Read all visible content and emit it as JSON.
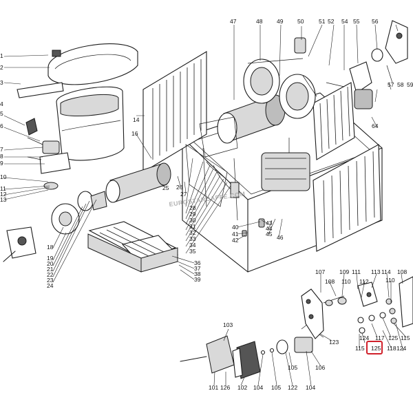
{
  "watermark": "EUROSTARCAFFE.COM",
  "highlight_color": "#d0202a",
  "highlighted_label": "125",
  "labels": {
    "p1": "1",
    "p2": "2",
    "p3": "3",
    "p4": "4",
    "p5": "5",
    "p6": "6",
    "p7": "7",
    "p8": "8",
    "p9": "9",
    "p10": "10",
    "p11": "11",
    "p12": "12",
    "p13": "13",
    "p14": "14",
    "p16": "16",
    "p18": "18",
    "p19": "19",
    "p20": "20",
    "p21": "21",
    "p22": "22",
    "p23": "23",
    "p24": "24",
    "p25": "25",
    "p26": "26",
    "p27": "27",
    "p28": "28",
    "p29": "29",
    "p30": "30",
    "p31": "31",
    "p32": "32",
    "p33": "33",
    "p34": "34",
    "p35": "35",
    "p36": "36",
    "p37": "37",
    "p38": "38",
    "p39": "39",
    "p40": "40",
    "p41": "41",
    "p42": "42",
    "p43": "43",
    "p44": "44",
    "p45": "45",
    "p46": "46",
    "p47": "47",
    "p48": "48",
    "p49": "49",
    "p50": "50",
    "p51": "51",
    "p52": "52",
    "p54": "54",
    "p55": "55",
    "p56": "56",
    "p57": "57",
    "p58": "58",
    "p59": "59",
    "p64": "64",
    "p101": "101",
    "p102": "102",
    "p103": "103",
    "p104a": "104",
    "p104b": "104",
    "p105a": "105",
    "p105b": "105",
    "p106": "106",
    "p107": "107",
    "p108a": "108",
    "p108b": "108",
    "p109": "109",
    "p110a": "110",
    "p110b": "110",
    "p111": "111",
    "p112": "112",
    "p113": "113",
    "p114": "114",
    "p115a": "115",
    "p115b": "115",
    "p117": "117",
    "p118": "118",
    "p122": "122",
    "p124a": "124",
    "p124b": "124",
    "p125a": "125",
    "p125b": "125",
    "p126": "126",
    "p123": "123"
  }
}
